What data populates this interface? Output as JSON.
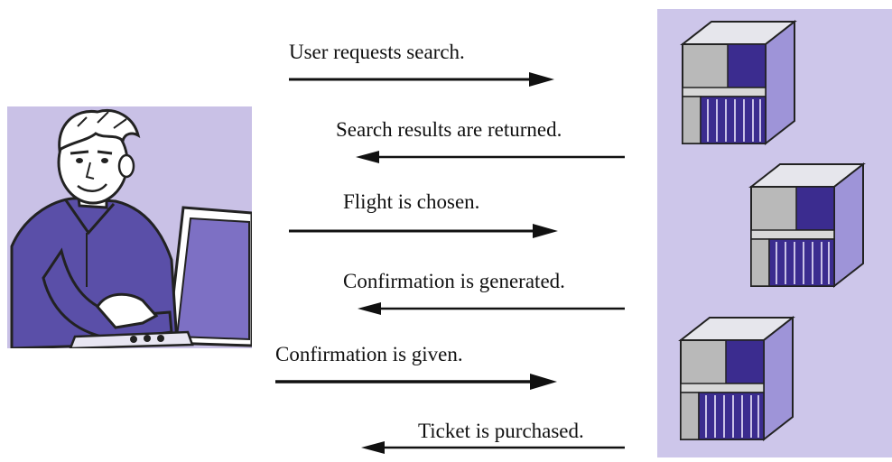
{
  "colors": {
    "panel_bg": "#c9c1e6",
    "server_bg": "#cdc6ea",
    "shirt": "#5a4fa8",
    "server_dark": "#3b2c8f",
    "server_gray": "#b9b9b9",
    "server_side": "#9e94d8"
  },
  "messages": [
    {
      "text": "User requests search.",
      "direction": "right"
    },
    {
      "text": "Search results are returned.",
      "direction": "left"
    },
    {
      "text": "Flight is chosen.",
      "direction": "right"
    },
    {
      "text": "Confirmation is generated.",
      "direction": "left"
    },
    {
      "text": "Confirmation is given.",
      "direction": "right"
    },
    {
      "text": "Ticket is purchased.",
      "direction": "left"
    }
  ]
}
